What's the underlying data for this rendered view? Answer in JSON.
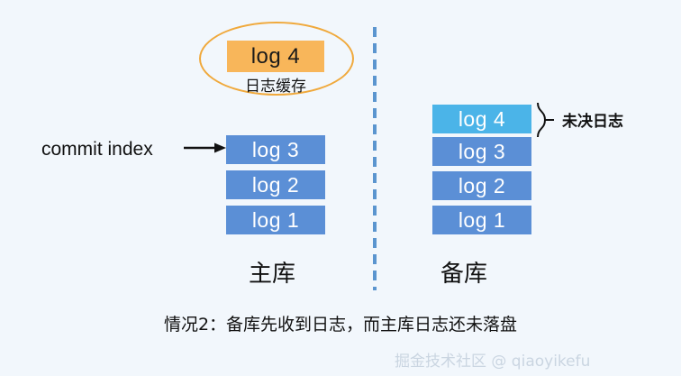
{
  "diagram": {
    "cache": {
      "log_label": "log 4",
      "caption": "日志缓存"
    },
    "primary": {
      "name": "主库",
      "commit_index_label": "commit index",
      "blocks": [
        {
          "label": "log 3"
        },
        {
          "label": "log 2"
        },
        {
          "label": "log 1"
        }
      ]
    },
    "standby": {
      "name": "备库",
      "pending_label": "未决日志",
      "blocks": [
        {
          "label": "log 4"
        },
        {
          "label": "log 3"
        },
        {
          "label": "log 2"
        },
        {
          "label": "log 1"
        }
      ]
    },
    "caption": "情况2：备库先收到日志，而主库日志还未落盘",
    "watermark": "掘金技术社区 @ qiaoyikefu",
    "colors": {
      "background": "#f2f7fc",
      "log_blue": "#5b8fd6",
      "log_cyan": "#4bb4e8",
      "cache_orange": "#f8b65a",
      "ellipse_stroke": "#f0a93c",
      "divider": "#5b95cf",
      "watermark_text": "#c8d4e0"
    }
  }
}
